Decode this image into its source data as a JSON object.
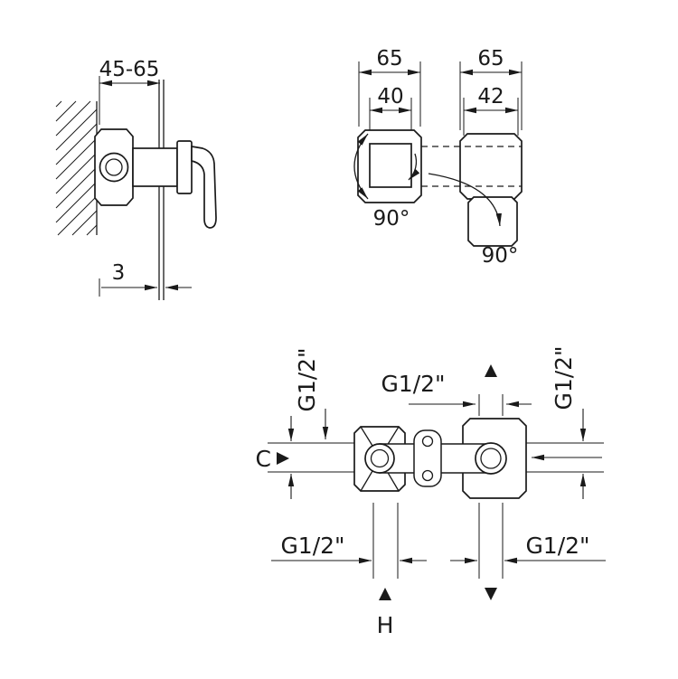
{
  "page": {
    "background": "#ffffff",
    "line_color": "#1a1a1a"
  },
  "drawing": {
    "side_view": {
      "depth_range": "45-65",
      "plate_gap": "3"
    },
    "front_view": {
      "handle_plate_width": "65",
      "handle_inner_width": "40",
      "spout_plate_width": "65",
      "spout_inner_width": "42",
      "handle_swing": "90°",
      "spout_swing": "90°"
    },
    "plan_view": {
      "thread_left_top": "G1/2\"",
      "thread_center_top": "G1/2\"",
      "thread_right_top": "G1/2\"",
      "thread_bottom_left": "G1/2\"",
      "thread_bottom_right": "G1/2\"",
      "offset_label": "C",
      "height_label": "H"
    }
  }
}
